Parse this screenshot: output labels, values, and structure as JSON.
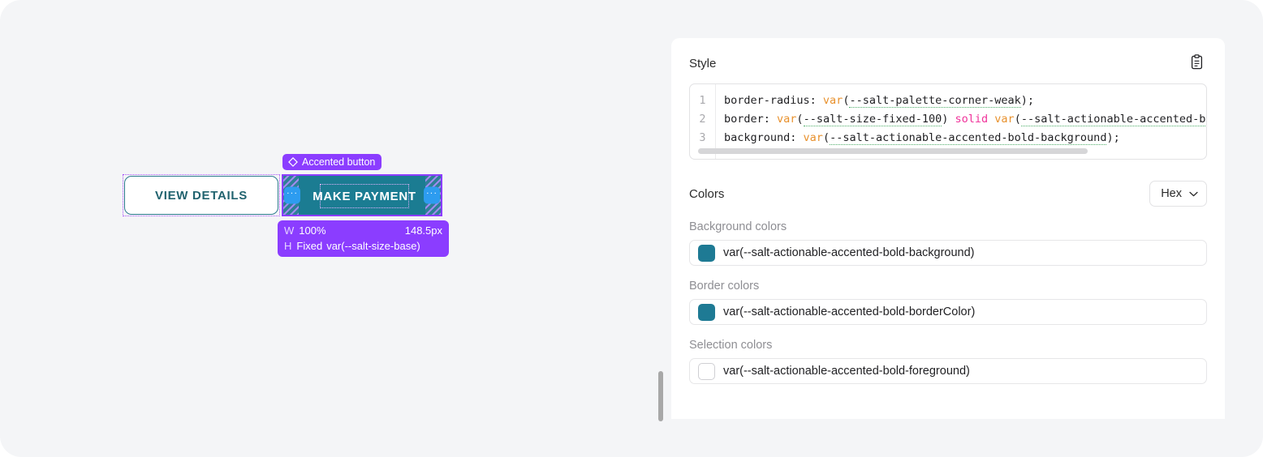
{
  "canvas": {
    "component_badge": {
      "icon": "diamond-component-icon",
      "label": "Accented button"
    },
    "buttons": [
      {
        "label": "VIEW DETAILS",
        "variant": "secondary"
      },
      {
        "label": "MAKE PAYMENT",
        "variant": "accented-bold"
      }
    ],
    "padding_handles": {
      "left": "···",
      "right": "···"
    },
    "size_tooltip": {
      "width_key": "W",
      "width_mode": "100%",
      "width_value": "148.5px",
      "height_key": "H",
      "height_mode": "Fixed",
      "height_value": "var(--salt-size-base)"
    }
  },
  "panel": {
    "style_section": {
      "title": "Style",
      "copy_icon": "clipboard-icon",
      "line_numbers": [
        "1",
        "2",
        "3"
      ],
      "code": [
        {
          "n": "1",
          "tokens": [
            {
              "t": "border-radius: ",
              "k": "plain"
            },
            {
              "t": "var",
              "k": "fn"
            },
            {
              "t": "(",
              "k": "plain"
            },
            {
              "t": "--salt-palette-corner-weak",
              "k": "var"
            },
            {
              "t": ");",
              "k": "plain"
            }
          ]
        },
        {
          "n": "2",
          "tokens": [
            {
              "t": "border: ",
              "k": "plain"
            },
            {
              "t": "var",
              "k": "fn"
            },
            {
              "t": "(",
              "k": "plain"
            },
            {
              "t": "--salt-size-fixed-100",
              "k": "var"
            },
            {
              "t": ") ",
              "k": "plain"
            },
            {
              "t": "solid",
              "k": "kw"
            },
            {
              "t": " ",
              "k": "plain"
            },
            {
              "t": "var",
              "k": "fn"
            },
            {
              "t": "(",
              "k": "plain"
            },
            {
              "t": "--salt-actionable-accented-bold-borderColor",
              "k": "var"
            },
            {
              "t": ");",
              "k": "plain"
            }
          ]
        },
        {
          "n": "3",
          "tokens": [
            {
              "t": "background: ",
              "k": "plain"
            },
            {
              "t": "var",
              "k": "fn"
            },
            {
              "t": "(",
              "k": "plain"
            },
            {
              "t": "--salt-actionable-accented-bold-background",
              "k": "var"
            },
            {
              "t": ");",
              "k": "plain"
            }
          ]
        }
      ]
    },
    "colors_section": {
      "title": "Colors",
      "format_select": {
        "value": "Hex",
        "chevron": "chevron-down-icon"
      },
      "groups": [
        {
          "label": "Background colors",
          "value": "var(--salt-actionable-accented-bold-background)",
          "swatch": "#1e7a94",
          "swatch_empty": false
        },
        {
          "label": "Border colors",
          "value": "var(--salt-actionable-accented-bold-borderColor)",
          "swatch": "#1e7a94",
          "swatch_empty": false
        },
        {
          "label": "Selection colors",
          "value": "var(--salt-actionable-accented-bold-foreground)",
          "swatch": "#ffffff",
          "swatch_empty": true
        }
      ]
    }
  },
  "theme": {
    "page_background": "#f4f5f7",
    "panel_background": "#ffffff",
    "selection_purple": "#8b3dff",
    "accent_teal": "#1b7c92",
    "secondary_teal_text": "#21636f",
    "handle_blue": "#2d9cf0",
    "token_fn_orange": "#e8912d",
    "token_keyword_pink": "#f0329a",
    "token_var_underline": "#4fae6a"
  }
}
